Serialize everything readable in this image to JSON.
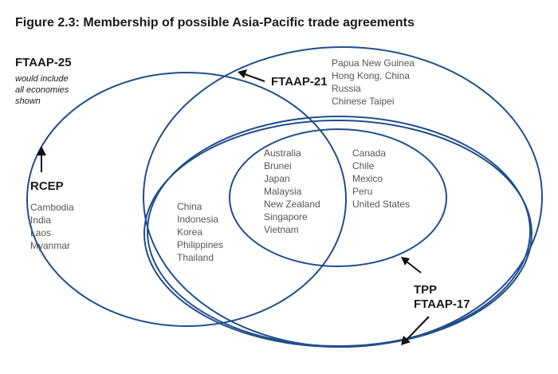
{
  "title": "Figure 2.3: Membership of possible Asia-Pacific trade agreements",
  "colors": {
    "ellipse_stroke": "#1f4e8c",
    "economy_text": "#555555",
    "label_text": "#1a1a1a"
  },
  "labels": {
    "ftaap25": "FTAAP-25",
    "ftaap25_note": [
      "would include",
      "all economies",
      "shown"
    ],
    "rcep": "RCEP",
    "ftaap21": "FTAAP-21",
    "tpp": "TPP",
    "ftaap17": "FTAAP-17"
  },
  "groups": {
    "rcep_only": [
      "Cambodia",
      "India",
      "Laos",
      "Myanmar"
    ],
    "ftaap21_only": [
      "Papua New Guinea",
      "Hong Kong, China",
      "Russia",
      "Chinese Taipei"
    ],
    "rcep_and_ftaap17": [
      "China",
      "Indonesia",
      "Korea",
      "Philippines",
      "Thailand"
    ],
    "rcep_and_tpp": [
      "Australia",
      "Brunei",
      "Japan",
      "Malaysia",
      "New Zealand",
      "Singapore",
      "Vietnam"
    ],
    "tpp_only": [
      "Canada",
      "Chile",
      "Mexico",
      "Peru",
      "United States"
    ]
  }
}
